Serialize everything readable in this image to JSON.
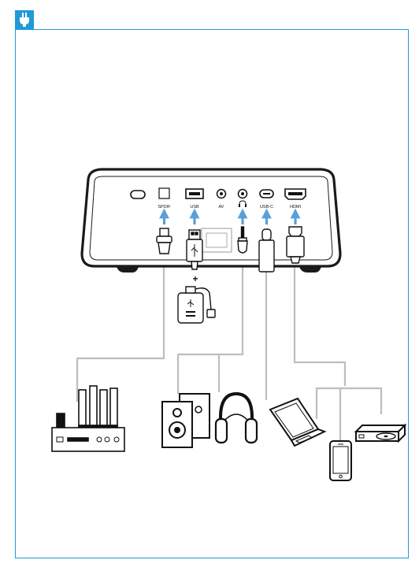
{
  "header": {
    "icon": "plug-icon",
    "accent_color": "#1f9ad6"
  },
  "projector": {
    "ports": [
      {
        "id": "power",
        "label": ""
      },
      {
        "id": "spdif",
        "label": "SPDIF"
      },
      {
        "id": "usb",
        "label": "USB"
      },
      {
        "id": "av",
        "label": "AV"
      },
      {
        "id": "headphone",
        "label": ""
      },
      {
        "id": "usbc",
        "label": "USB-C"
      },
      {
        "id": "hdmi",
        "label": "HDMI"
      }
    ]
  },
  "plus_sign": "+",
  "devices": [
    {
      "id": "av-receiver",
      "icon": "av-receiver-icon"
    },
    {
      "id": "speakers",
      "icon": "speakers-icon"
    },
    {
      "id": "headphones",
      "icon": "headphones-icon"
    },
    {
      "id": "laptop",
      "icon": "laptop-icon"
    },
    {
      "id": "smartphone",
      "icon": "smartphone-icon"
    },
    {
      "id": "dvd-player",
      "icon": "dvd-player-icon"
    }
  ],
  "line_color": "#bdbdbd",
  "arrow_color": "#5a9fd6"
}
